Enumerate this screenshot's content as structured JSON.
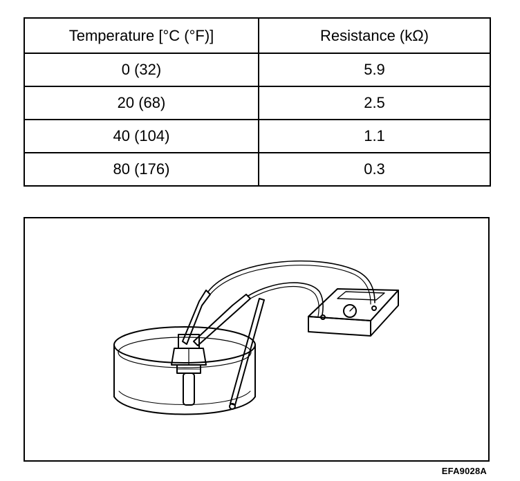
{
  "table": {
    "headers": [
      "Temperature [°C (°F)]",
      "Resistance (kΩ)"
    ],
    "rows": [
      {
        "temperature": "0 (32)",
        "resistance": "5.9"
      },
      {
        "temperature": "20 (68)",
        "resistance": "2.5"
      },
      {
        "temperature": "40 (104)",
        "resistance": "1.1"
      },
      {
        "temperature": "80 (176)",
        "resistance": "0.3"
      }
    ]
  },
  "figure": {
    "code": "EFA9028A",
    "illustration": "sensor-in-water-bath-with-ohmmeter-icon"
  },
  "colors": {
    "ink": "#000000",
    "paper": "#ffffff"
  }
}
